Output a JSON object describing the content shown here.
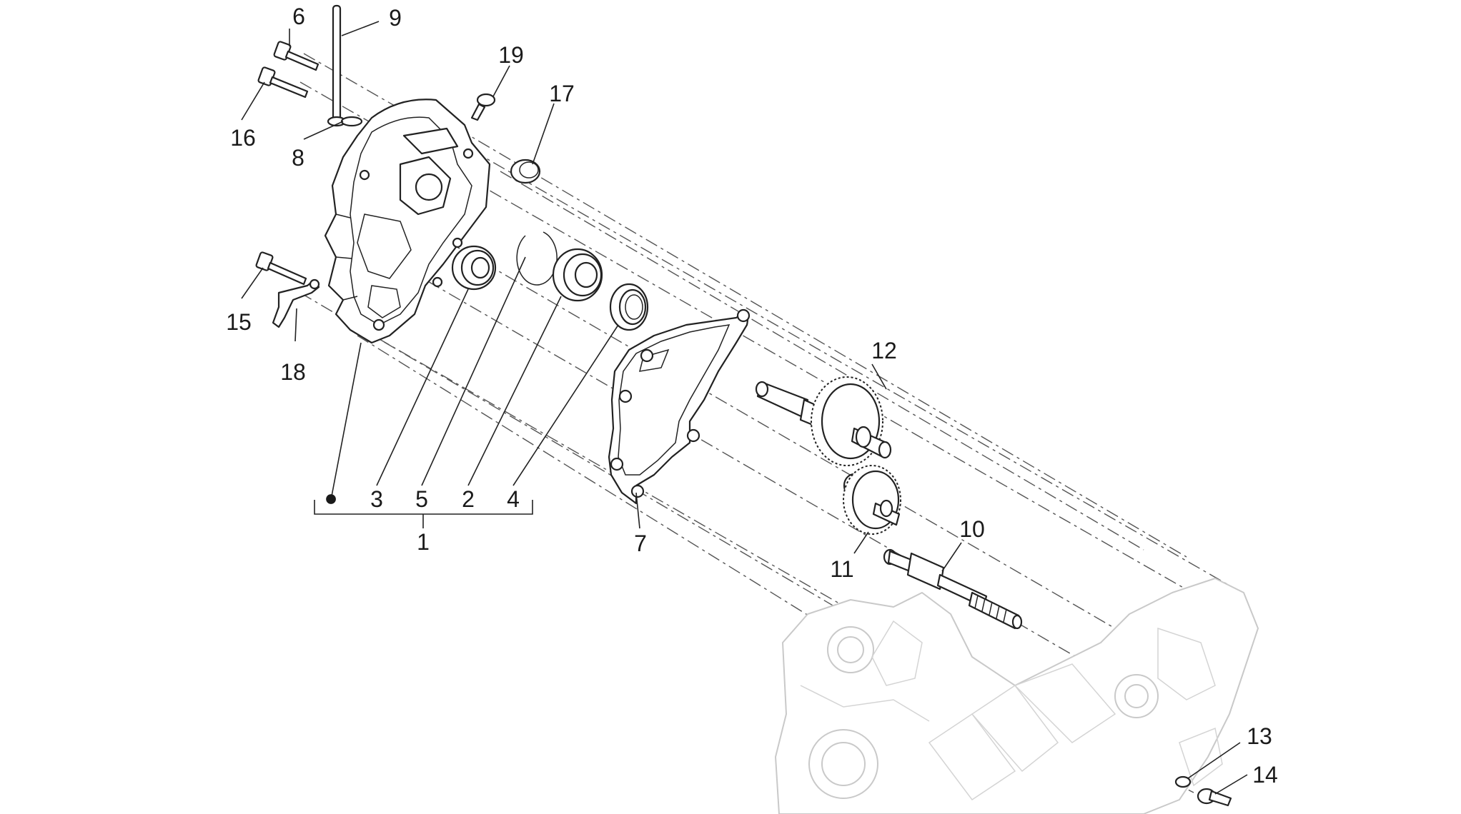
{
  "callouts": {
    "c1": "1",
    "c2": "2",
    "c3": "3",
    "c4": "4",
    "c5": "5",
    "c6": "6",
    "c7": "7",
    "c8": "8",
    "c9": "9",
    "c10": "10",
    "c11": "11",
    "c12": "12",
    "c13": "13",
    "c14": "14",
    "c15": "15",
    "c16": "16",
    "c17": "17",
    "c18": "18",
    "c19": "19"
  },
  "group_marker": "●"
}
